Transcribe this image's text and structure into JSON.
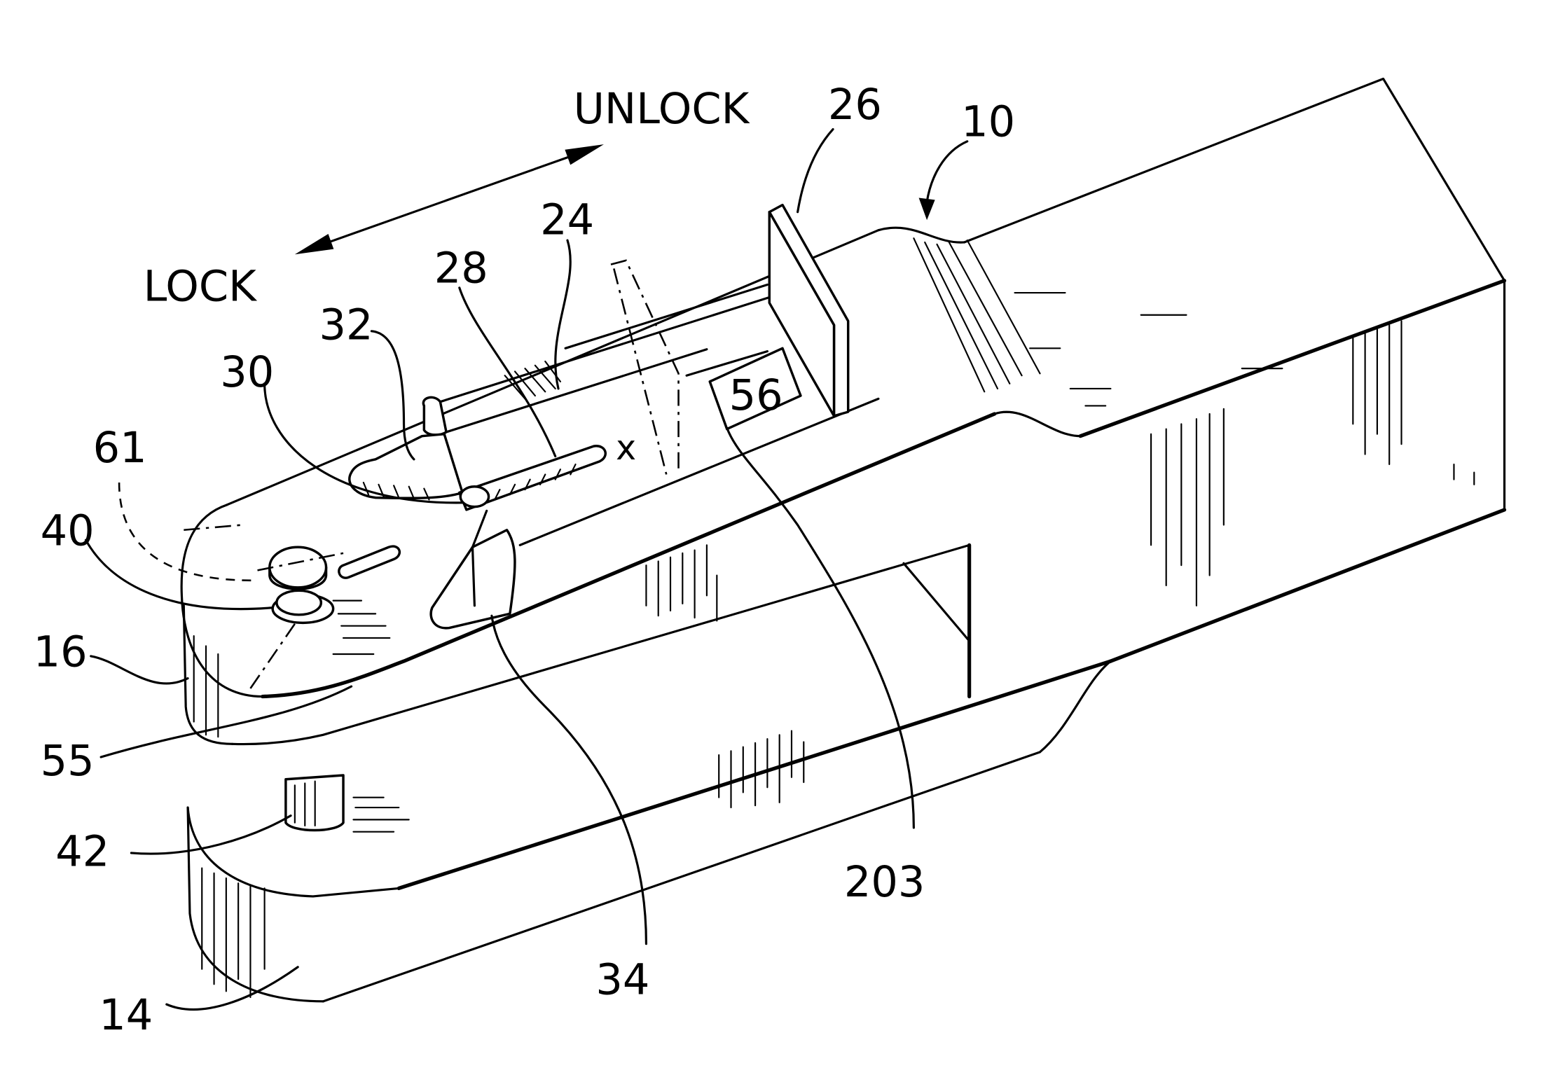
{
  "figure": {
    "directions": {
      "unlock": "UNLOCK",
      "lock": "LOCK"
    },
    "references": {
      "ref_10": "10",
      "ref_14": "14",
      "ref_16": "16",
      "ref_24": "24",
      "ref_26": "26",
      "ref_28": "28",
      "ref_30": "30",
      "ref_32": "32",
      "ref_34": "34",
      "ref_40": "40",
      "ref_42": "42",
      "ref_55": "55",
      "ref_56": "56",
      "ref_61": "61",
      "ref_203": "203"
    },
    "axis_mark": "x"
  }
}
